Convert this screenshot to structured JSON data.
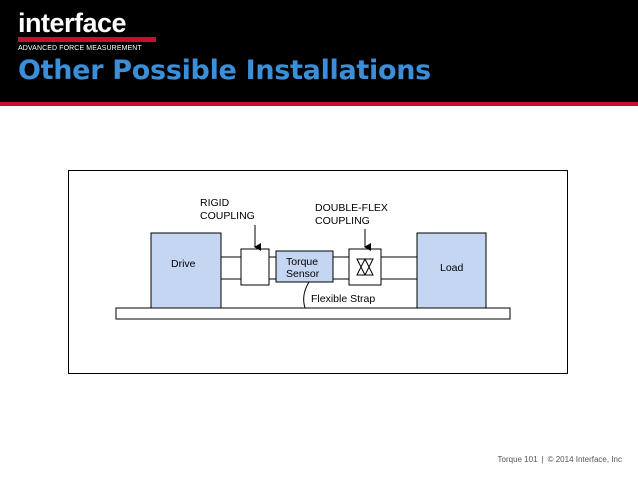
{
  "header": {
    "logo_text": "interface",
    "logo_tagline": "ADVANCED FORCE MEASUREMENT",
    "title": "Other Possible Installations"
  },
  "diagram": {
    "drive_label": "Drive",
    "load_label": "Load",
    "rigid_coupling_line1": "RIGID",
    "rigid_coupling_line2": "COUPLING",
    "double_flex_line1": "DOUBLE-FLEX",
    "double_flex_line2": "COUPLING",
    "torque_sensor_line1": "Torque",
    "torque_sensor_line2": "Sensor",
    "flexible_strap": "Flexible Strap"
  },
  "footer": {
    "left": "Torque 101",
    "separator": "|",
    "right": "© 2014 Interface, Inc"
  },
  "colors": {
    "header_bg": "#000000",
    "accent_red": "#c8102e",
    "title_blue": "#3a8fd8",
    "block_fill": "#c5d6f2"
  }
}
